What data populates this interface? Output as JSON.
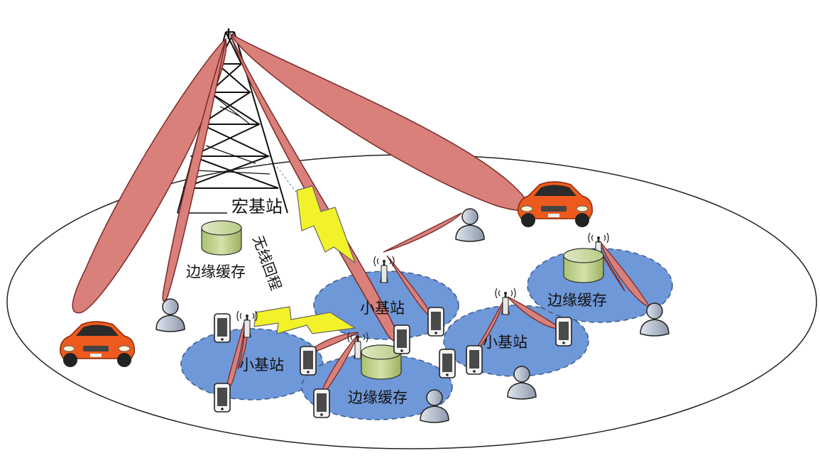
{
  "labels": {
    "macro_station": "宏基站",
    "wireless_backhaul": "无线回程",
    "edge_cache": "边缘缓存",
    "small_station": "小基站"
  },
  "colors": {
    "beam_fill": "#d9807a",
    "beam_stroke": "#7a2a27",
    "cell_fill": "#6f98d8",
    "cell_stroke": "#3c5b8e",
    "cache_fill": "#c6d99a",
    "lightning_fill": "#f2f22a",
    "car_body": "#ee5a1e",
    "user_fill": "#a9b3c3"
  },
  "icons": [
    "tower-icon",
    "cache-cylinder-icon",
    "car-icon",
    "user-icon",
    "phone-icon",
    "antenna-icon",
    "lightning-icon"
  ]
}
